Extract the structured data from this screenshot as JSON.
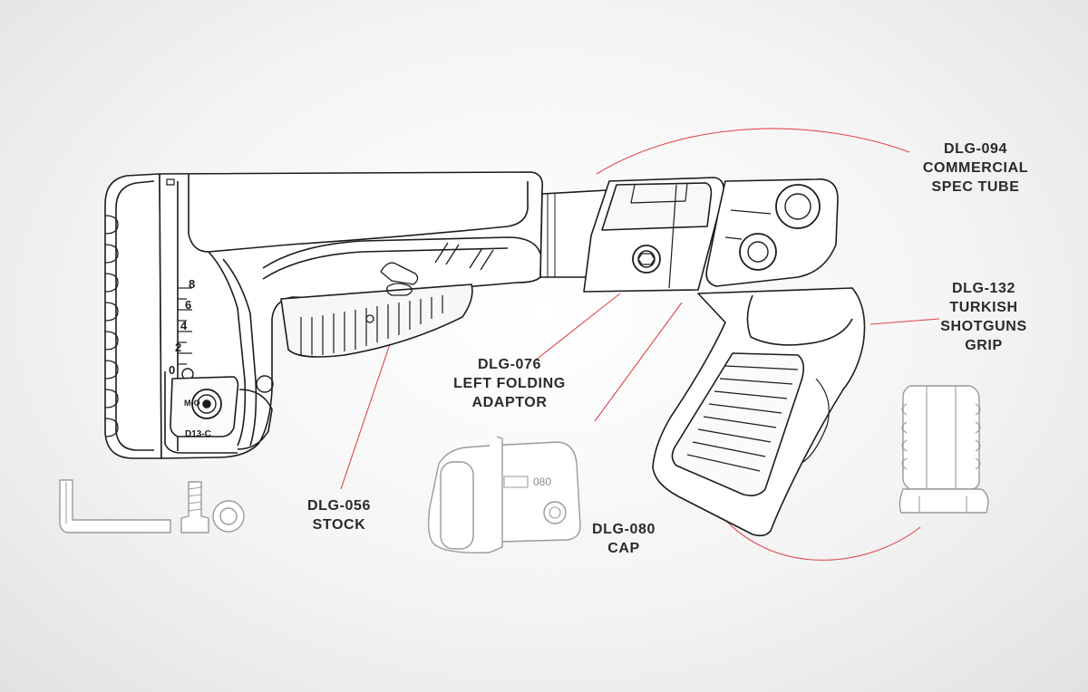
{
  "diagram": {
    "labels": {
      "tube": {
        "part": "DLG-094",
        "lines": [
          "COMMERCIAL",
          "SPEC TUBE"
        ]
      },
      "grip": {
        "part": "DLG-132",
        "lines": [
          "TURKISH",
          "SHOTGUNS",
          "GRIP"
        ]
      },
      "adaptor": {
        "part": "DLG-076",
        "lines": [
          "LEFT FOLDING",
          "ADAPTOR"
        ]
      },
      "stock": {
        "part": "DLG-056",
        "lines": [
          "STOCK"
        ]
      },
      "cap": {
        "part": "DLG-080",
        "lines": [
          "CAP"
        ]
      }
    },
    "stock_scale": [
      "8",
      "6",
      "4",
      "2",
      "0"
    ],
    "stock_marks": {
      "logo": "M•O",
      "model": "D13-C"
    },
    "cap_marking": "080",
    "colors": {
      "leader": "#e0454b",
      "line": "#1c1c1c",
      "ghost": "#9a9a9a"
    }
  }
}
